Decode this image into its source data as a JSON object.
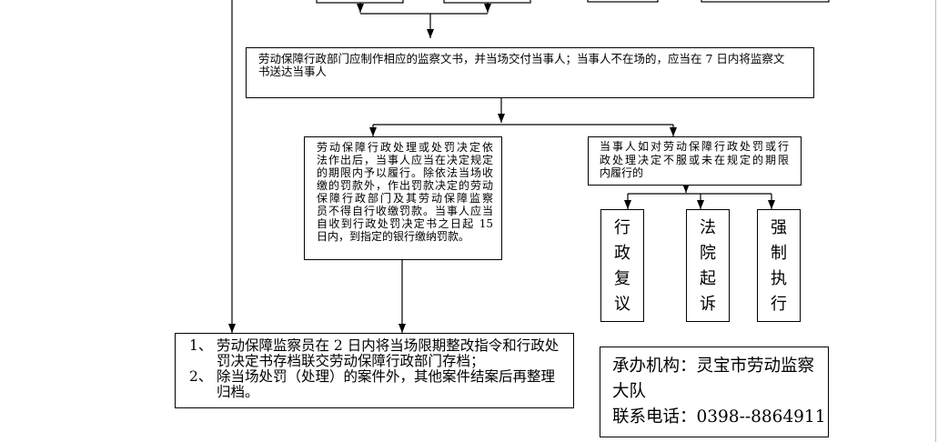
{
  "style": {
    "line_color": "#000000",
    "background": "#ffffff"
  },
  "flow": {
    "notice": {
      "lines": [
        "劳动保障行政部门应制作相应的监察文书，并当场交付当事人；当事人不在场的，应当在 7 日内将监察文",
        "书送达当事人"
      ]
    },
    "compliance": {
      "lines": [
        "劳动保障行政处理或处罚决定依",
        "法作出后，当事人应当在决定规定",
        "的期限内予以履行。除依法当场收",
        "缴的罚款外，作出罚款决定的劳动",
        "保障行政部门及其劳动保障监察",
        "员不得自行收缴罚款。当事人应当",
        "自收到行政处罚决定书之日起 15",
        "日内，到指定的银行缴纳罚款。"
      ]
    },
    "objection": {
      "lines": [
        "当事人如对劳动保障行政处罚或行",
        "政处理决定不服或未在规定的期限",
        "内履行的"
      ]
    },
    "remedies": [
      {
        "chars": [
          "行",
          "政",
          "复",
          "议"
        ]
      },
      {
        "chars": [
          "法",
          "院",
          "起",
          "诉"
        ]
      },
      {
        "chars": [
          "强",
          "制",
          "执",
          "行"
        ]
      }
    ],
    "archiving": {
      "items": [
        {
          "number": "1、",
          "lines": [
            "劳动保障监察员在 2 日内将当场限期整改指令和行政处",
            "罚决定书存档联交劳动保障行政部门存档；"
          ]
        },
        {
          "number": "2、",
          "lines": [
            "除当场处罚（处理）的案件外，其他案件结案后再整理",
            "归档。"
          ]
        }
      ]
    },
    "contact": {
      "lines": [
        "承办机构：灵宝市劳动监察",
        "大队",
        "联系电话：0398--8864911"
      ]
    }
  }
}
